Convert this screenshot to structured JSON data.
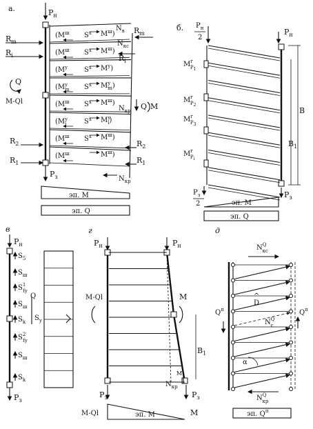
{
  "panels": {
    "a": {
      "letter": "а.",
      "P_top": "P",
      "P_top_sub": "н",
      "P_bottom": "P",
      "P_bottom_sub": "з",
      "Rm_left": "R",
      "Rm_left_sub": "m",
      "Ri_left": "R",
      "Ri_left_sub": "i",
      "Rm_right": "R",
      "Rm_right_sub": "m",
      "Ri_right": "R",
      "Ri_right_sub": "i",
      "R2_left": "R",
      "R2_left_sub": "2",
      "R1_left": "R",
      "R1_left_sub": "1",
      "R2_right": "R",
      "R2_right_sub": "2",
      "R1_right": "R",
      "R1_right_sub": "1",
      "Q_left": "Q",
      "M_Ql": "M-Ql",
      "N_b": "N",
      "N_b_sub": "в",
      "N_kc": "N",
      "N_kc_sub": "кс",
      "N_kp_mid": "N",
      "N_kp_mid_sub": "кр",
      "Q_M_right": "Q",
      "M_right": "M",
      "N_kp_bottom": "N",
      "N_kp_bottom_sub": "кр",
      "rows": [
        {
          "left_m": "M",
          "left_sup": "ш",
          "s_sup": "x",
          "right_m": "M",
          "right_sup": "ш"
        },
        {
          "left_m": "M",
          "left_sup": "ш",
          "s_sup": "x",
          "right_m": "M",
          "right_sup": "ш"
        },
        {
          "left_m": "M",
          "left_sup": "y",
          "s_sup": "x",
          "right_m": "M",
          "right_sup": "y"
        },
        {
          "left_m": "M",
          "left_sup": "y",
          "left_sub": "m",
          "s_sup": "x",
          "right_m": "M",
          "right_sup": "y",
          "right_sub": "m"
        },
        {
          "left_m": "M",
          "left_sup": "ш",
          "s_sup": "x",
          "right_m": "M",
          "right_sup": "ш"
        },
        {
          "left_m": "M",
          "left_sup": "y",
          "left_sub": "i",
          "s_sup": "x",
          "right_m": "M",
          "right_sup": "y",
          "right_sub": "i"
        },
        {
          "left_m": "M",
          "left_sup": "ш",
          "s_sup": "x",
          "right_m": "M",
          "right_sup": "ш"
        },
        {
          "left_m": "M",
          "left_sup": "ш",
          "s_sup": "",
          "right_m": "M",
          "right_sup": "ш"
        }
      ],
      "s_letter": "S",
      "diag_M": "эп. M",
      "diag_Q": "эп. Q"
    },
    "b": {
      "letter": "б.",
      "P_half_num": "P",
      "P_half_num_sub": "н",
      "P_half_den": "2",
      "P_top_right": "P",
      "P_top_right_sub": "н",
      "P3_half_num": "P",
      "P3_half_num_sub": "з",
      "P3_half_den": "2",
      "P3_right": "P",
      "P3_right_sub": "з",
      "mp": [
        {
          "m": "M",
          "sup": "г",
          "sub": "P",
          "subsub": "1"
        },
        {
          "m": "M",
          "sup": "г",
          "sub": "P",
          "subsub": "2"
        },
        {
          "m": "M",
          "sup": "г",
          "sub": "P",
          "subsub": "3"
        },
        {
          "m": "M",
          "sup": "г",
          "sub": "P",
          "subsub": "i"
        }
      ],
      "B_label": "B",
      "B1_label": "B",
      "B1_sub": "1",
      "diag_M": "эп. M",
      "diag_Q": "эп. Q"
    },
    "v": {
      "letter": "в",
      "P_top": "P",
      "P_top_sub": "н",
      "P_bottom": "P",
      "P_bottom_sub": "з",
      "labels": [
        {
          "t": "S",
          "sub": "5",
          "sup": ""
        },
        {
          "t": "S",
          "sub": "ш",
          "sup": ""
        },
        {
          "t": "S",
          "sub": "fy",
          "sup": "1"
        },
        {
          "t": "S",
          "sub": "ш",
          "sup": ""
        },
        {
          "t": "S",
          "sub": "k",
          "sup": ""
        },
        {
          "t": "S",
          "sub": "fy",
          "sup": "2"
        },
        {
          "t": "S",
          "sub": "ш",
          "sup": ""
        },
        {
          "t": "S",
          "sub": "k",
          "sup": ""
        }
      ],
      "Q": "Q",
      "Sy": "S",
      "Sy_sub": "y"
    },
    "g": {
      "letter": "г",
      "P_top_left": "P",
      "P_top_left_sub": "н",
      "P_top_right": "P",
      "P_top_right_sub": "н",
      "M_Ql_side": "M-Ql",
      "M_side": "M",
      "B1": "B",
      "B1_sub": "1",
      "M_small": "M",
      "N_kp": "N",
      "N_kp_sub": "кр",
      "P3_left": "P",
      "P3_left_sub": "з",
      "P3_right": "P",
      "P3_right_sub": "з",
      "M_Ql_diag": "M-Ql",
      "M_diag": "M",
      "diag_M": "эп. M"
    },
    "d": {
      "letter": "д",
      "N_kc": "N",
      "N_kc_sup": "Q",
      "N_kc_sub": "кс",
      "D": "D",
      "D_hat": "^",
      "N_c": "N",
      "N_c_sup": "Q",
      "N_c_sub": "c",
      "Q_left": "Q",
      "Q_left_sup": "п",
      "Q_right": "Q",
      "Q_right_sup": "п",
      "alpha": "α",
      "N_kp": "N",
      "N_kp_sup": "Q",
      "N_kp_sub": "кр",
      "diag_Q": "эп. Q",
      "diag_Q_sup": "п"
    }
  }
}
